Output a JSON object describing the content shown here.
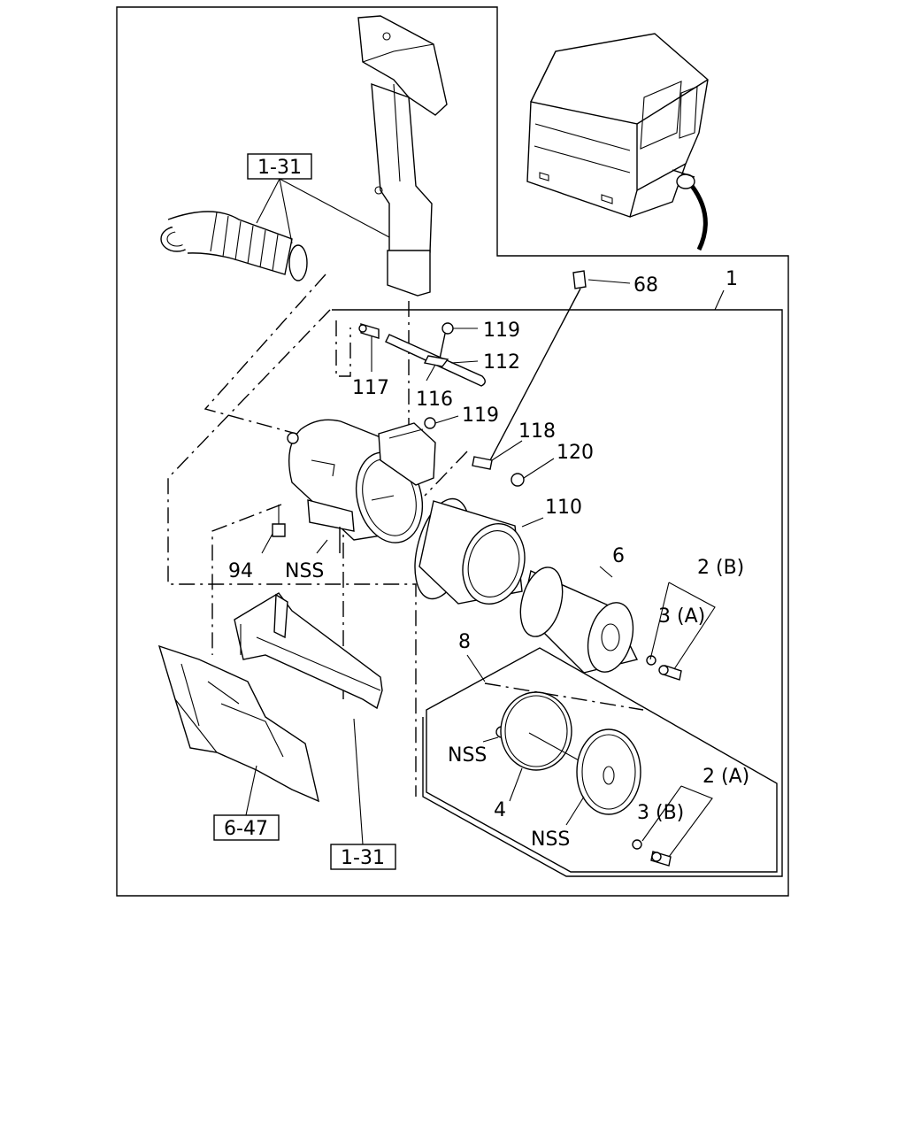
{
  "labels": {
    "ref_1_31_top": "1-31",
    "ref_1_31_bottom": "1-31",
    "ref_6_47": "6-47",
    "p68": "68",
    "p1": "1",
    "p119a": "119",
    "p112": "112",
    "p117": "117",
    "p116": "116",
    "p119b": "119",
    "p118": "118",
    "p120": "120",
    "p110": "110",
    "p6": "6",
    "p2b": "2 (B)",
    "p3a": "3 (A)",
    "p8": "8",
    "p94": "94",
    "nss_bracket": "NSS",
    "nss_gasket": "NSS",
    "nss_cover": "NSS",
    "p4": "4",
    "p2a": "2 (A)",
    "p3b": "3 (B)"
  }
}
